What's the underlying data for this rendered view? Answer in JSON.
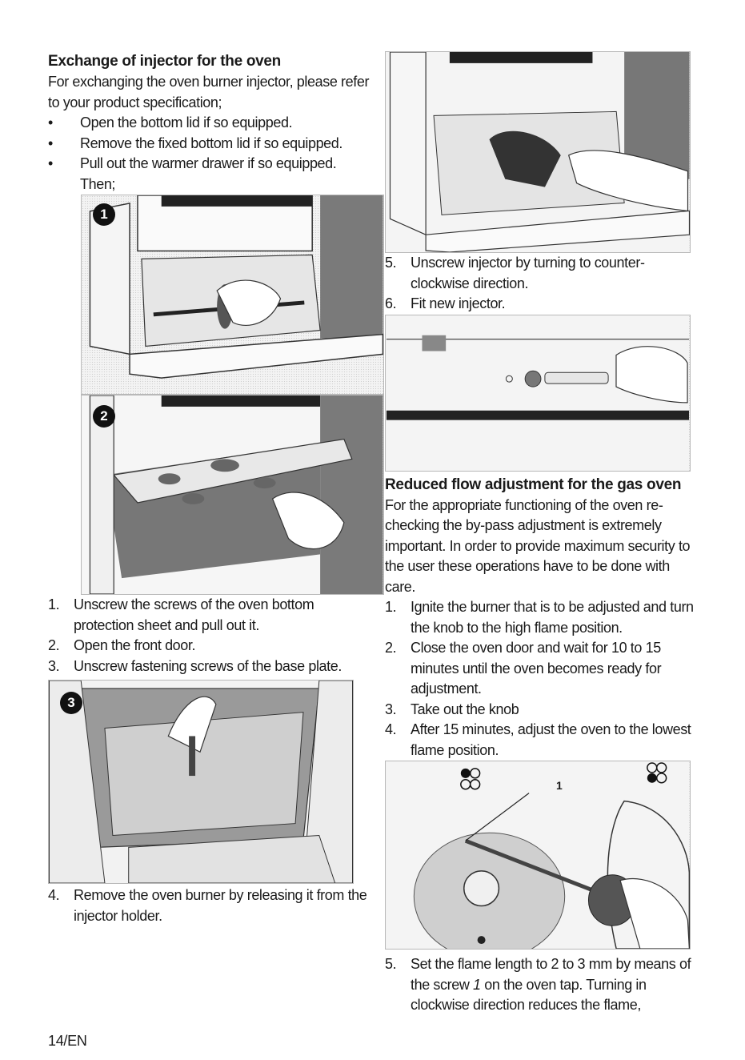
{
  "left": {
    "title": "Exchange of injector for the oven",
    "intro": "For exchanging the oven burner injector, please refer to your product specification;",
    "bullets": [
      "Open the bottom lid if so equipped.",
      "Remove the fixed bottom lid if so equipped.",
      "Pull out the warmer drawer if so equipped."
    ],
    "then": "Then;",
    "fig1_badge": "1",
    "fig2_badge": "2",
    "fig3_badge": "3",
    "steps_a": [
      {
        "n": "1.",
        "text": "Unscrew the screws of the oven bottom protection sheet and pull out it."
      },
      {
        "n": "2.",
        "text": "Open the front door."
      },
      {
        "n": "3.",
        "text": "Unscrew fastening screws of the base plate."
      }
    ],
    "steps_b": [
      {
        "n": "4.",
        "text": "Remove the oven burner by releasing it from the injector holder."
      }
    ]
  },
  "right": {
    "steps_a": [
      {
        "n": "5.",
        "text": "Unscrew injector by turning to counter-clockwise direction."
      },
      {
        "n": "6.",
        "text": "Fit new injector."
      }
    ],
    "title": "Reduced flow adjustment for the gas oven",
    "intro": "For the appropriate functioning of the oven re-checking the by-pass adjustment is extremely important. In order to provide maximum security to the user these operations have to be done with care.",
    "steps_b": [
      {
        "n": "1.",
        "text": "Ignite the burner that is to be adjusted and turn the knob to the high flame position."
      },
      {
        "n": "2.",
        "text": "Close the oven door and wait for 10 to 15 minutes until the oven becomes ready for adjustment."
      },
      {
        "n": "3.",
        "text": "Take out the knob"
      },
      {
        "n": "4.",
        "text": "After 15 minutes, adjust the oven to the lowest flame position."
      }
    ],
    "fig_label": "1",
    "step5": {
      "n": "5.",
      "pre": "Set the flame length to 2 to 3 mm by means of the screw ",
      "italic": "1",
      "post": " on the oven tap. Turning in clockwise direction reduces the flame,"
    }
  },
  "footer": "14/EN"
}
